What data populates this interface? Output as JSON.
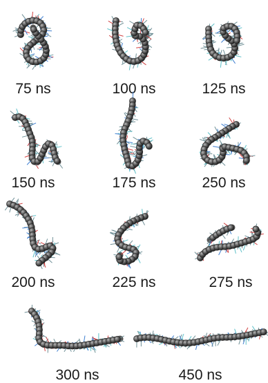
{
  "snapshots": [
    {
      "id": "s75",
      "label": "75 ns"
    },
    {
      "id": "s100",
      "label": "100 ns"
    },
    {
      "id": "s125",
      "label": "125 ns"
    },
    {
      "id": "s150",
      "label": "150 ns"
    },
    {
      "id": "s175",
      "label": "175 ns"
    },
    {
      "id": "s250",
      "label": "250 ns"
    },
    {
      "id": "s200",
      "label": "200 ns"
    },
    {
      "id": "s225",
      "label": "225 ns"
    },
    {
      "id": "s275",
      "label": "275 ns"
    },
    {
      "id": "s300",
      "label": "300 ns"
    },
    {
      "id": "s450",
      "label": "450 ns"
    }
  ]
}
